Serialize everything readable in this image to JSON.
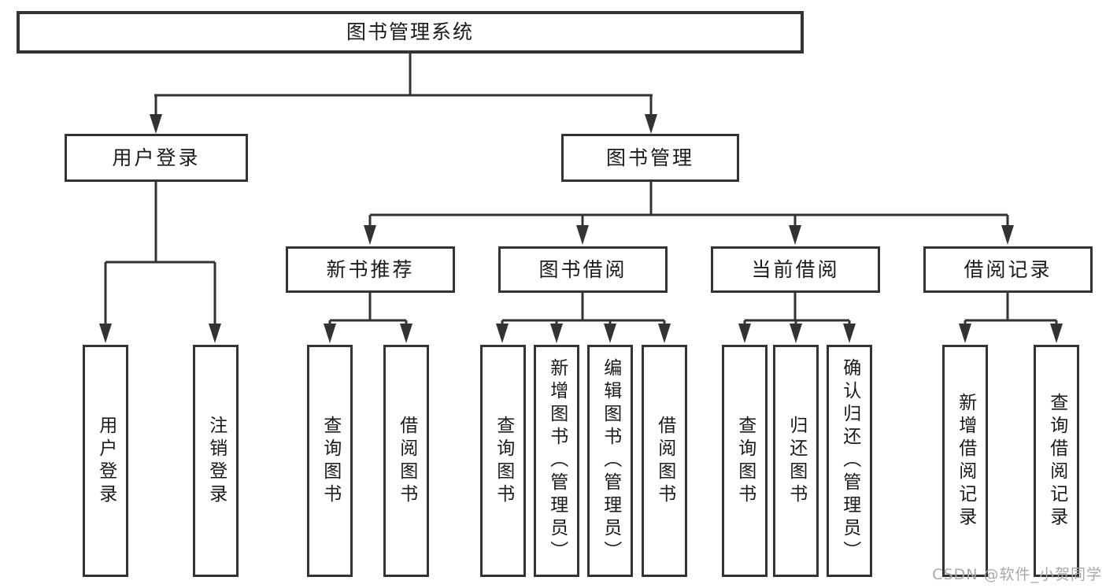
{
  "diagram": {
    "title": "图书管理系统",
    "level2": {
      "user_login": "用户登录",
      "book_management": "图书管理"
    },
    "level3": {
      "new_book_recommend": "新书推荐",
      "book_borrow": "图书借阅",
      "current_borrow": "当前借阅",
      "borrow_records": "借阅记录"
    },
    "leaves": {
      "user_login_login": "用户登录",
      "user_login_logout": "注销登录",
      "recommend_query_book": "查询图书",
      "recommend_borrow_book": "借阅图书",
      "borrow_query_book": "查询图书",
      "borrow_add_book_admin": "新增图书（管理员）",
      "borrow_edit_book_admin": "编辑图书（管理员）",
      "borrow_borrow_book": "借阅图书",
      "current_query_book": "查询图书",
      "current_return_book": "归还图书",
      "current_confirm_return_admin": "确认归还（管理员）",
      "records_add_record": "新增借阅记录",
      "records_query_record": "查询借阅记录"
    }
  },
  "watermark": "CSDN @软件_小贺同学",
  "colors": {
    "line": "#333333",
    "text": "#1a1a1a",
    "background": "#ffffff",
    "watermark": "#a9a9a9"
  }
}
